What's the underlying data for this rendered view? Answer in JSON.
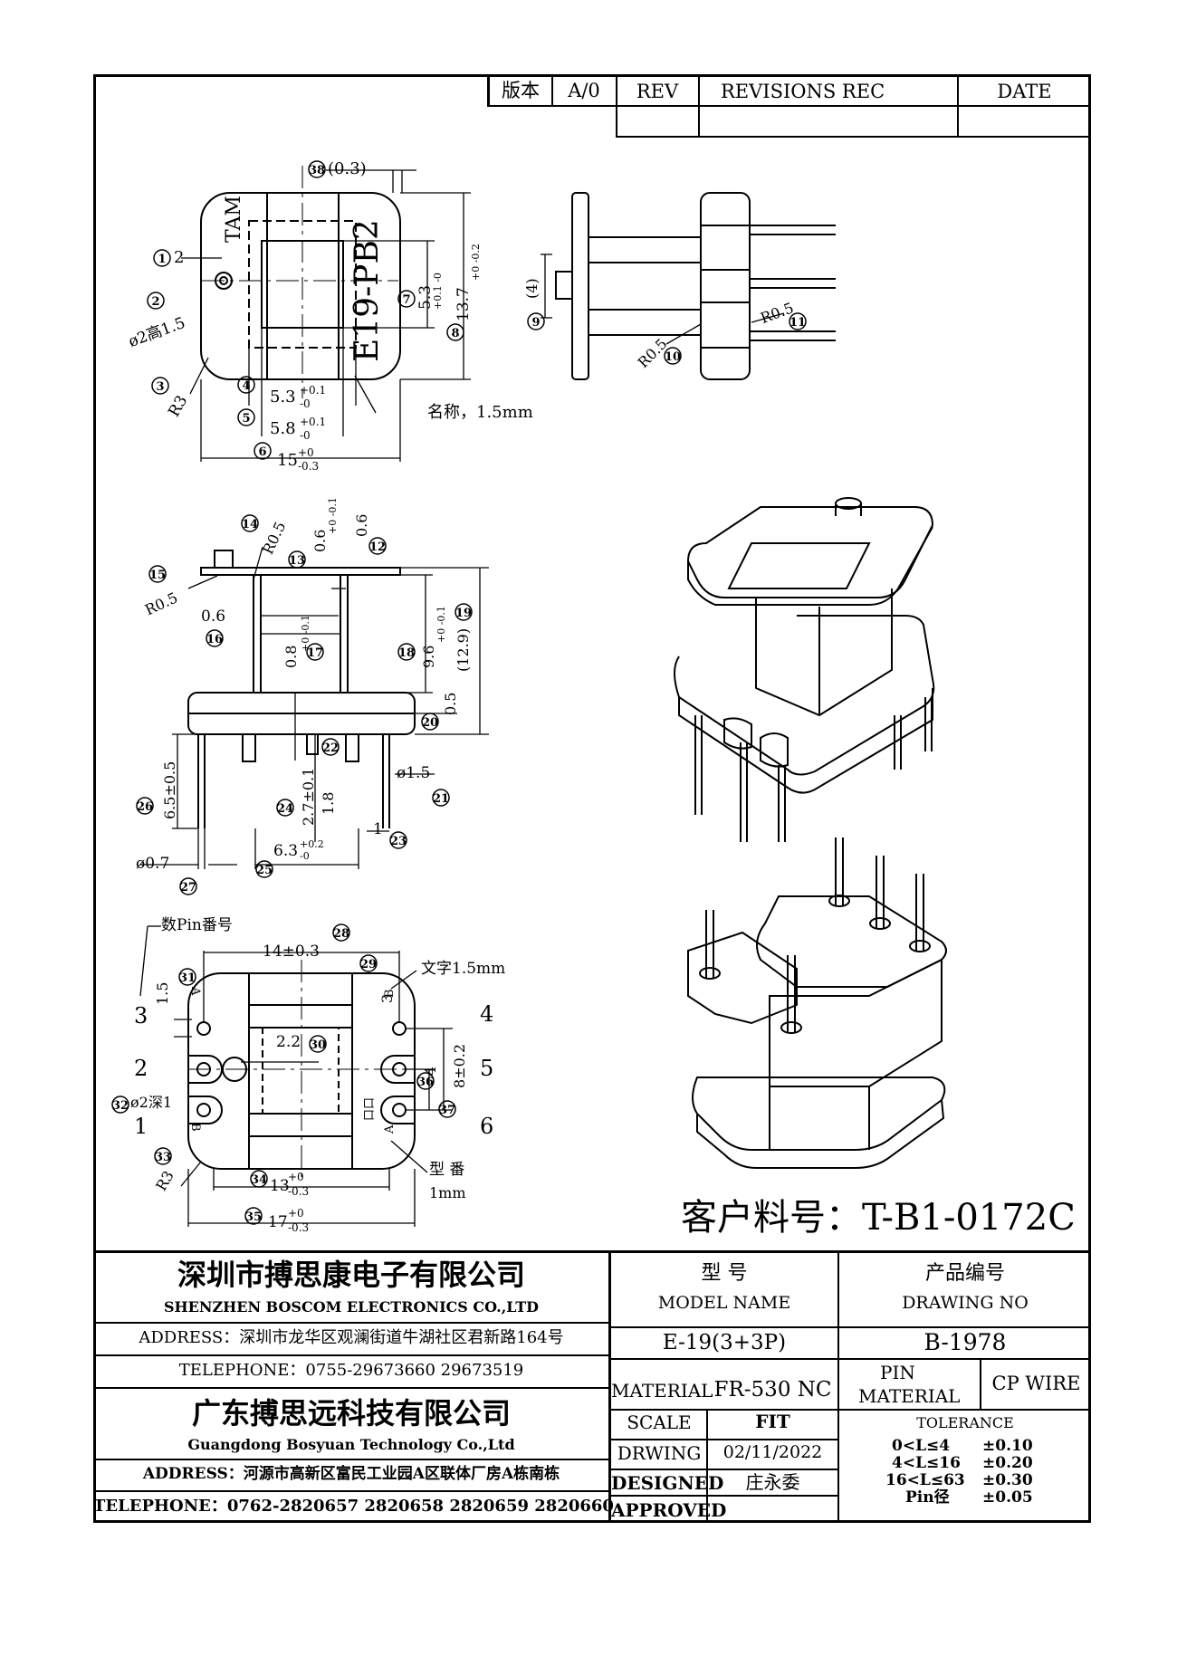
{
  "revision_table": {
    "version_label": "版本",
    "version_value": "A/0",
    "rev_label": "REV",
    "revisions_label": "REVISIONS REC",
    "date_label": "DATE"
  },
  "top_view": {
    "logo_text": "TAM",
    "part_marking": "E19-PB2",
    "dim_38": "(0.3)",
    "dim_1": "2",
    "dim_2": "ø2高1.5",
    "dim_3": "R3",
    "dim_4": "5.3",
    "dim_4_tol_upper": "+0.1",
    "dim_4_tol_lower": "-0",
    "dim_5": "5.8",
    "dim_5_tol_upper": "+0.1",
    "dim_5_tol_lower": "-0",
    "dim_6": "15",
    "dim_6_tol_upper": "+0",
    "dim_6_tol_lower": "-0.3",
    "dim_7": "5.3",
    "dim_7_tol": "+0.1 -0",
    "dim_8": "13.7",
    "dim_8_tol": "+0 -0.2",
    "name_note": "名称，1.5mm"
  },
  "side_view": {
    "dim_9": "(4)",
    "dim_10": "R0.5",
    "dim_11": "R0.5"
  },
  "front_view": {
    "dim_12": "0.6",
    "dim_13": "0.6",
    "dim_13_tol": "+0 -0.1",
    "dim_14": "R0.5",
    "dim_15": "R0.5",
    "dim_16": "0.6",
    "dim_17": "0.8",
    "dim_17_tol": "+0 -0.1",
    "dim_18": "9.6",
    "dim_18_tol": "+0 -0.1",
    "dim_19": "(12.9)",
    "dim_20": "0.5",
    "dim_21": "ø1.5",
    "dim_22": "1.8",
    "dim_23": "1",
    "dim_24": "2.7±0.1",
    "dim_25": "6.3",
    "dim_25_tol_upper": "+0.2",
    "dim_25_tol_lower": "-0",
    "dim_26": "6.5±0.5",
    "dim_27": "ø0.7"
  },
  "bottom_view": {
    "pin_number_note": "数Pin番号",
    "dim_28": "14±0.3",
    "dim_29": "3",
    "text_note": "文字1.5mm",
    "dim_30": "2.2",
    "dim_31": "1.5",
    "dim_32": "ø2深1",
    "dim_33": "R3",
    "dim_34": "13",
    "dim_34_tol_upper": "+0",
    "dim_34_tol_lower": "-0.3",
    "dim_35": "17",
    "dim_35_tol_upper": "+0",
    "dim_35_tol_lower": "-0.3",
    "dim_36": "4",
    "dim_37": "8±0.2",
    "pins_left": [
      "3",
      "2",
      "1"
    ],
    "pins_right": [
      "4",
      "5",
      "6"
    ],
    "mark_a": "A",
    "mark_b": "B",
    "mark_box": "口口",
    "model_note_line1": "型  番",
    "model_note_line2": "1mm"
  },
  "customer_part": {
    "label": "客户料号：",
    "value": "T-B1-0172C"
  },
  "title_block": {
    "company_cn": "深圳市搏思康电子有限公司",
    "company_en": "SHENZHEN BOSCOM ELECTRONICS CO.,LTD",
    "address": "ADDRESS：深圳市龙华区观澜街道牛湖社区君新路164号",
    "telephone": "TELEPHONE：0755-29673660 29673519",
    "company2_cn": "广东搏思远科技有限公司",
    "company2_en": "Guangdong Bosyuan Technology Co.,Ltd",
    "address2": "ADDRESS：河源市高新区富民工业园A区联体厂房A栋南栋",
    "telephone2": "TELEPHONE：0762-2820657 2820658 2820659 2820660",
    "model_name_cn": "型    号",
    "model_name_en": "MODEL NAME",
    "model_name_value": "E-19(3+3P)",
    "drawing_no_cn": "产品编号",
    "drawing_no_en": "DRAWING NO",
    "drawing_no_value": "B-1978",
    "material_label": "MATERIAL",
    "material_value": "FR-530 NC",
    "scale_label": "SCALE",
    "scale_value": "FIT",
    "drwing_label": "DRWING",
    "drwing_value": "02/11/2022",
    "designed_label": "DESIGNED",
    "designed_value": "庄永委",
    "approved_label": "APPROVED",
    "approved_value": "",
    "pin_material_label_1": "PIN",
    "pin_material_label_2": "MATERIAL",
    "pin_material_value": "CP WIRE",
    "tolerance_label": "TOLERANCE",
    "tolerances": [
      {
        "range": "0<L≤4",
        "value": "±0.10"
      },
      {
        "range": "4<L≤16",
        "value": "±0.20"
      },
      {
        "range": "16<L≤63",
        "value": "±0.30"
      },
      {
        "range": "Pin径",
        "value": "±0.05"
      }
    ]
  }
}
